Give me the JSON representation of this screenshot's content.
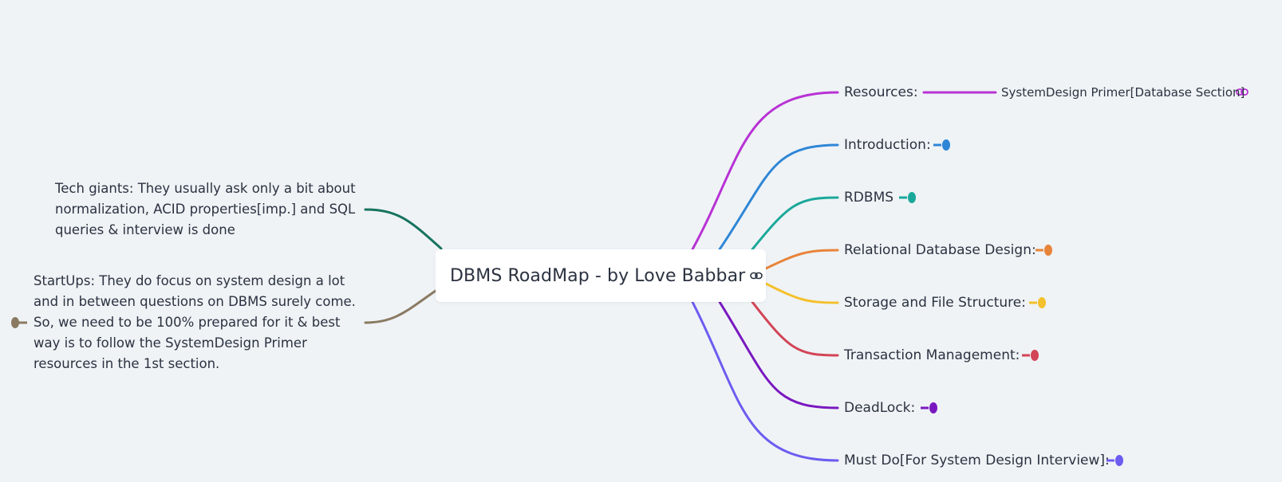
{
  "root": {
    "title": "DBMS RoadMap - by Love Babbar",
    "link_icon": "link-icon"
  },
  "branches": [
    {
      "label": "Resources:",
      "color": "#b832d4",
      "child": "SystemDesign Primer[Database Section]"
    },
    {
      "label": "Introduction:",
      "color": "#2f86d6"
    },
    {
      "label": "RDBMS",
      "color": "#1aa89a"
    },
    {
      "label": "Relational Database Design:",
      "color": "#e8843a"
    },
    {
      "label": "Storage and File Structure:",
      "color": "#f4c02c"
    },
    {
      "label": "Transaction Management:",
      "color": "#d24556"
    },
    {
      "label": "DeadLock:",
      "color": "#7a18c0"
    },
    {
      "label": "Must Do[For System Design Interview]:",
      "color": "#6c5cf0"
    }
  ],
  "left_notes": [
    {
      "color": "#17735f",
      "lines": [
        "Tech giants: They usually ask only a bit about",
        "normalization, ACID properties[imp.] and SQL",
        "queries & interview is done"
      ]
    },
    {
      "color": "#8a7a62",
      "lines": [
        "StartUps: They do focus on system design a lot",
        "and in between questions on DBMS surely come.",
        "So, we need to be 100% prepared for it & best",
        "way is to follow the SystemDesign Primer",
        "resources in the 1st section."
      ]
    }
  ]
}
